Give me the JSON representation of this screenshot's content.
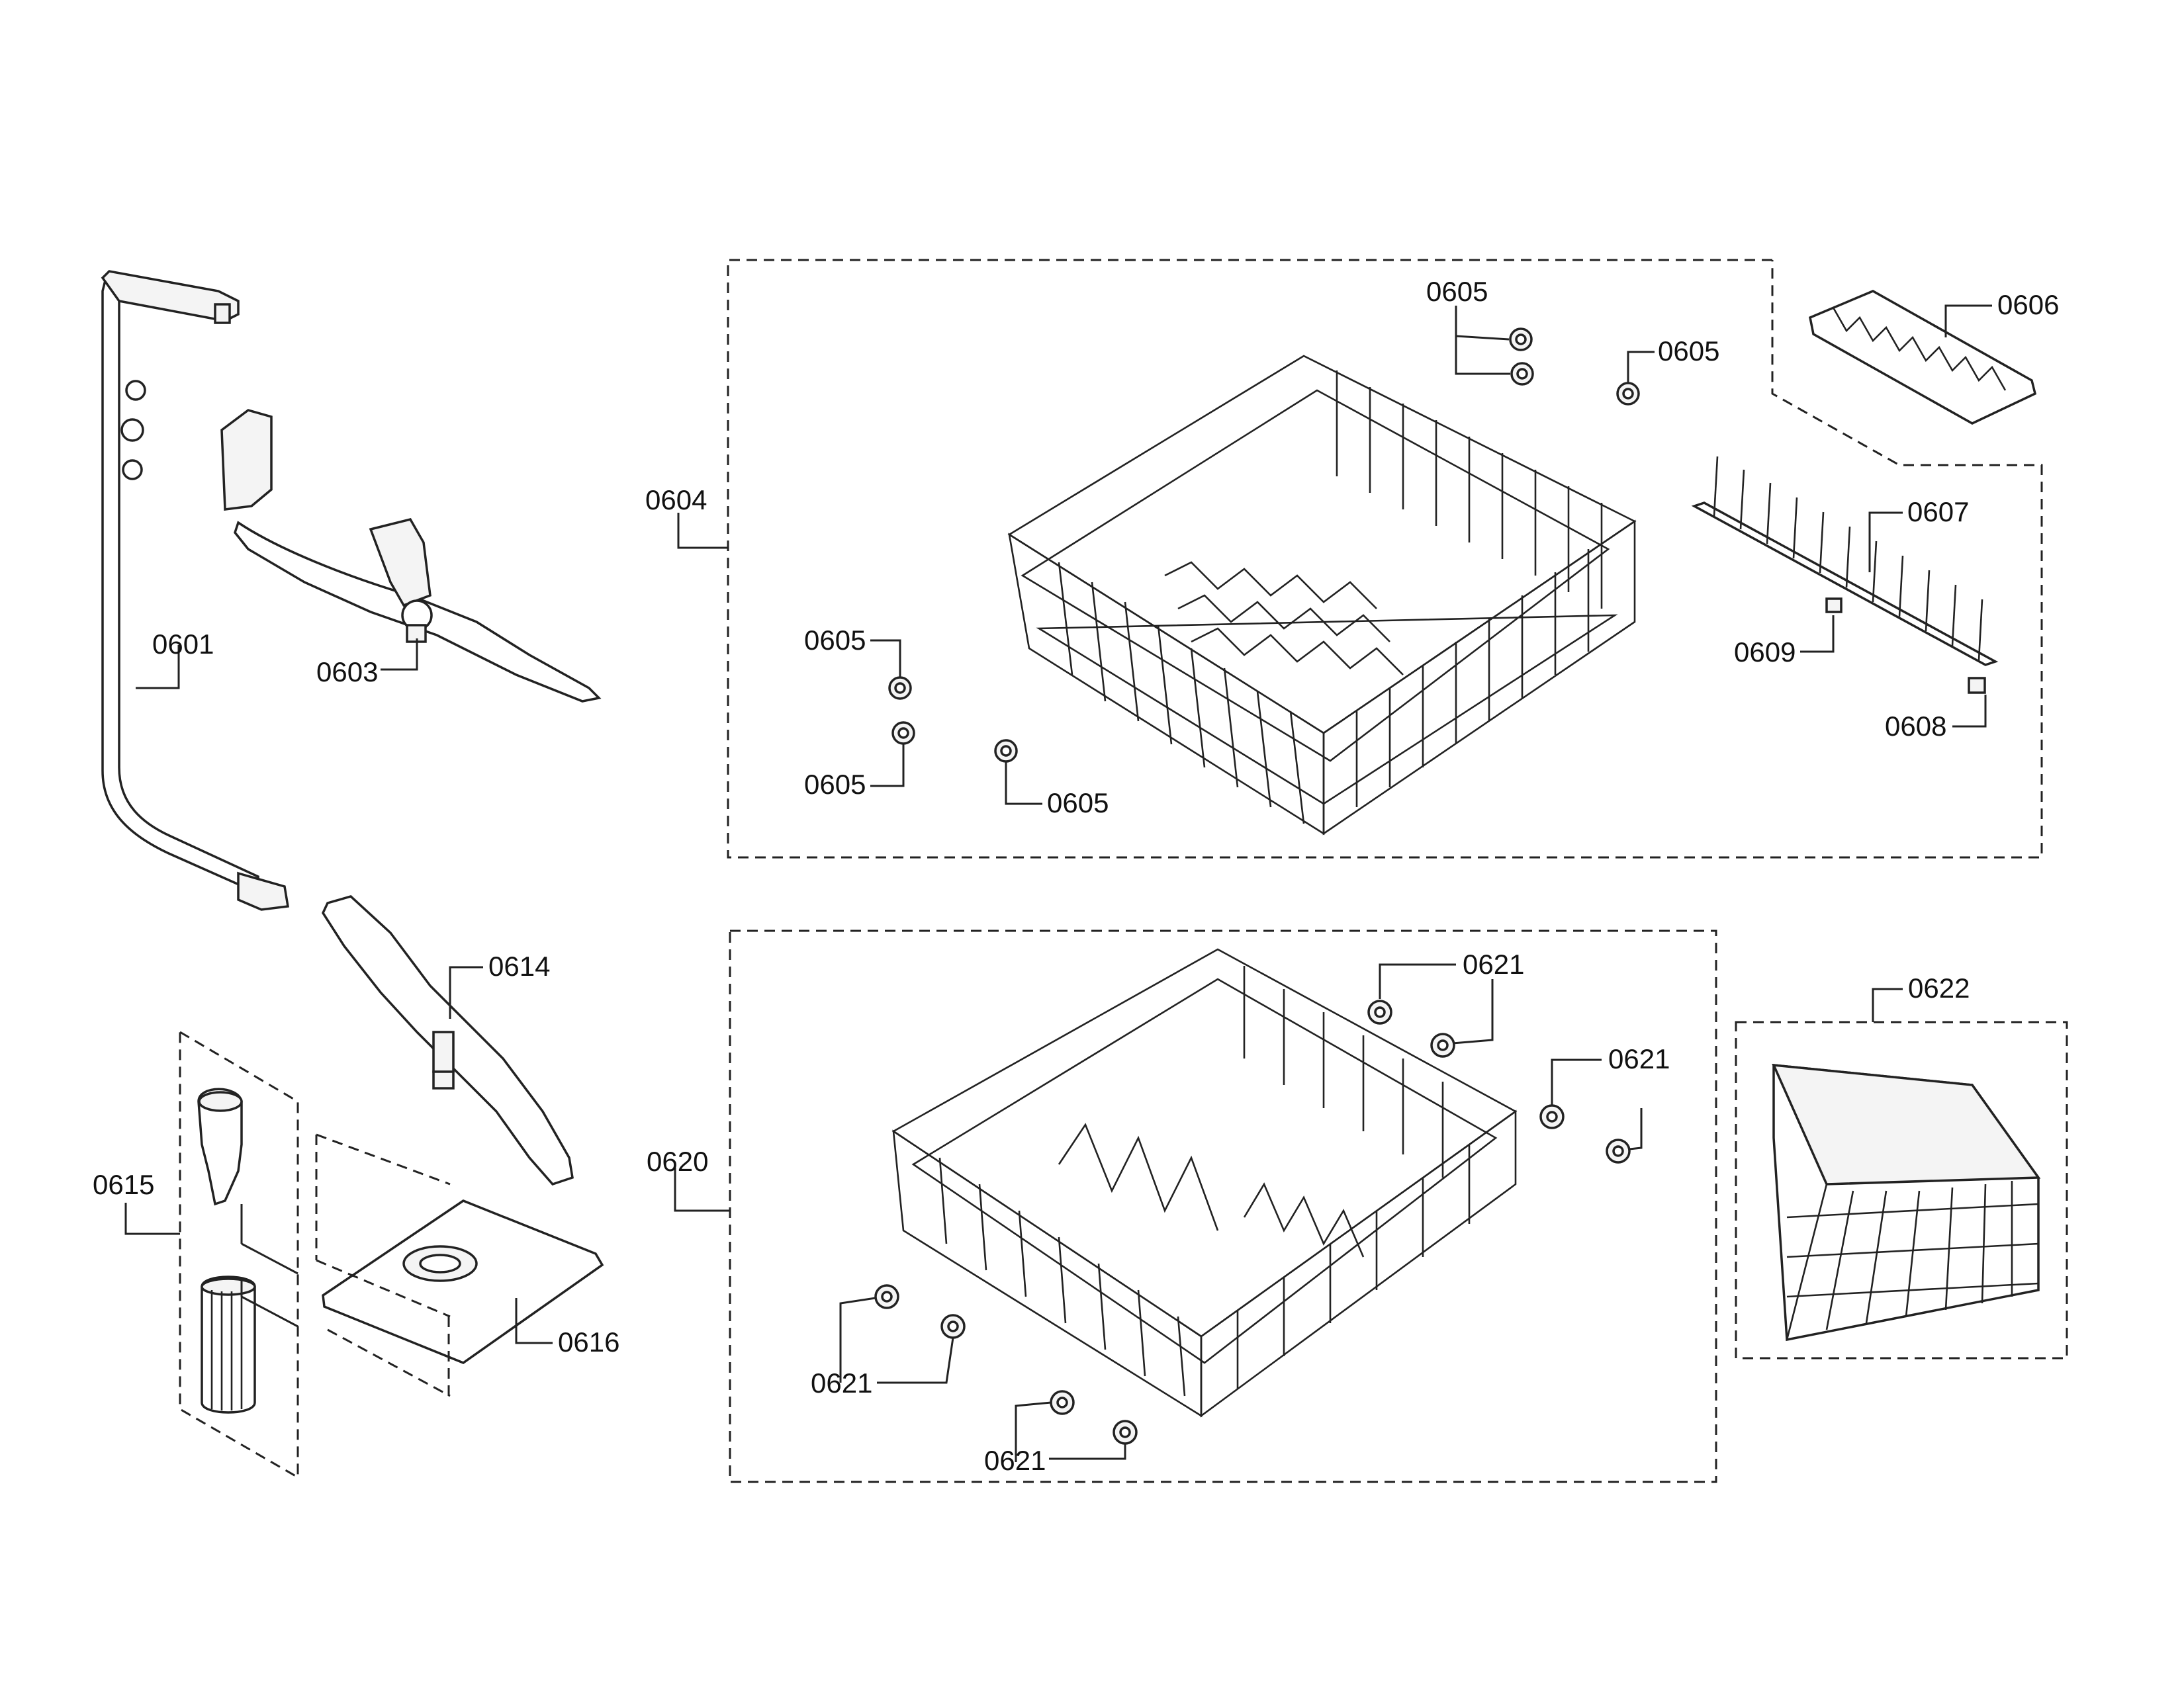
{
  "parts": {
    "spray_arm_pipe": "0601",
    "upper_spray_arm": "0603",
    "upper_rack_assembly": "0604",
    "upper_rack_roller": "0605",
    "cup_shelf": "0606",
    "tine_row": "0607",
    "clip_0608": "0608",
    "clip_0609": "0609",
    "lower_spray_arm": "0614",
    "filter_assembly": "0615",
    "fine_filter": "0616",
    "lower_rack_assembly": "0620",
    "lower_rack_wheel": "0621",
    "cutlery_basket": "0622"
  }
}
